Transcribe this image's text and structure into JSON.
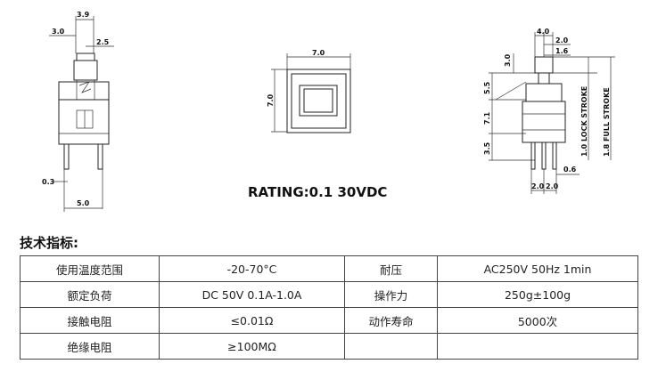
{
  "left_view": {
    "dims": {
      "top_width": "3.9",
      "left_offset": "3.0",
      "right_offset": "2.5",
      "pin_dim": "0.3",
      "bottom_width": "5.0"
    }
  },
  "center_view": {
    "dims": {
      "width": "7.0",
      "height": "7.0"
    }
  },
  "right_view": {
    "dims": {
      "top_width": "4.0",
      "right_a": "2.0",
      "right_b": "1.6",
      "h_top": "3.0",
      "h_mid": "5.5",
      "h_body": "7.1",
      "h_pin": "3.5",
      "lock_stroke": "1.0 LOCK STROKE",
      "full_stroke": "1.8 FULL STROKE",
      "pin_width": "0.6",
      "pitch_a": "2.0",
      "pitch_b": "2.0"
    }
  },
  "rating": "RATING:0.1  30VDC",
  "section_title": "技术指标:",
  "specs": {
    "rows": [
      [
        "使用温度范围",
        "-20-70°C",
        "耐压",
        "AC250V 50Hz 1min"
      ],
      [
        "额定负荷",
        "DC 50V 0.1A-1.0A",
        "操作力",
        "250g±100g"
      ],
      [
        "接触电阻",
        "≤0.01Ω",
        "动作寿命",
        "5000次"
      ],
      [
        "绝缘电阻",
        "≥100MΩ",
        "",
        ""
      ]
    ]
  }
}
